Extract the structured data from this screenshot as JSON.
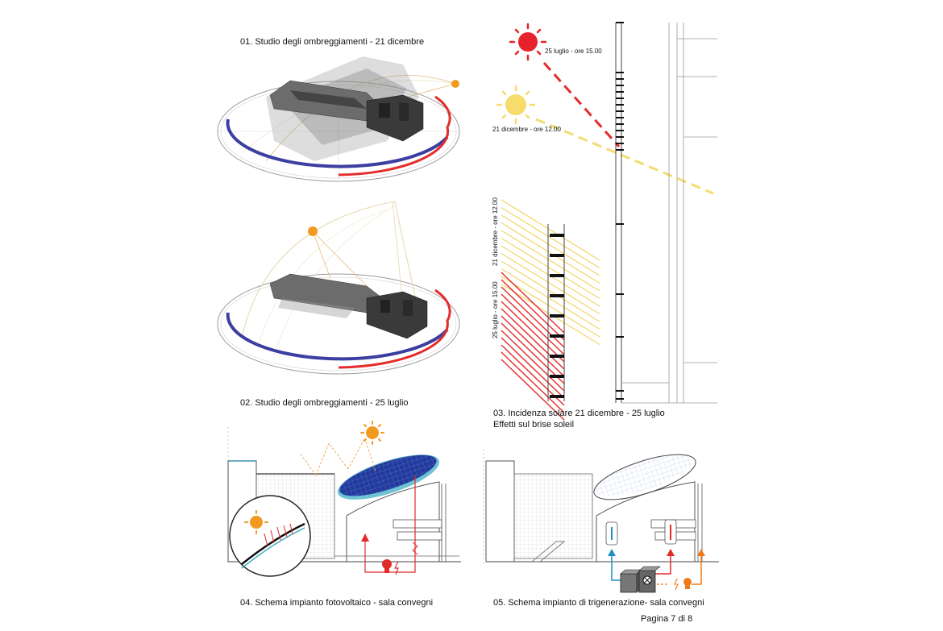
{
  "captions": {
    "c01": "01. Studio degli ombreggiamenti - 21 dicembre",
    "c02": "02. Studio degli ombreggiamenti - 25 luglio",
    "c03_line1": "03. Incidenza solare 21 dicembre - 25 luglio",
    "c03_line2": "Effetti sul brise soleil",
    "c04": "04. Schema impianto fotovoltaico - sala convegni",
    "c05": "05. Schema impianto di trigenerazione- sala convegni"
  },
  "sun_labels": {
    "summer": "25 luglio - ore 15.00",
    "winter": "21 dicembre - ore 12.00"
  },
  "rays_labels": {
    "winter": "21 dicembre - ore 12.00",
    "summer": "25 luglio - ore 15.00"
  },
  "footer": {
    "page": "Pagina 7 di 8"
  },
  "colors": {
    "summer_sun": "#e8222a",
    "winter_sun": "#f6dc6a",
    "blue_arc": "#3b3fa0",
    "red_arc": "#e52b2b",
    "orange_sun": "#f29a1f",
    "pv_panel": "#223a9c",
    "pv_edge": "#6ec4d4",
    "cold": "#1f8fc4",
    "hot": "#e22a2a",
    "heat": "#f07a1a"
  },
  "icons": [
    "sun-icon",
    "lightbulb-icon",
    "thermometer-icon",
    "boiler-icon",
    "fan-icon"
  ]
}
